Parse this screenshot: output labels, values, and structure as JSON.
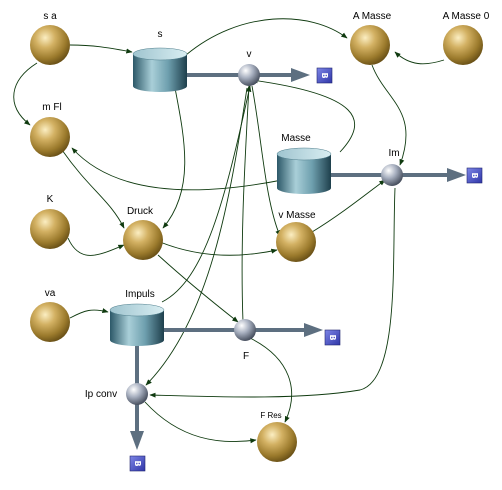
{
  "nodes": {
    "s_a": "s a",
    "s": "s",
    "v": "v",
    "a_masse": "A Masse",
    "a_masse_0": "A Masse 0",
    "m_fl": "m Fl",
    "masse": "Masse",
    "im": "Im",
    "k": "K",
    "druck": "Druck",
    "v_masse": "v Masse",
    "va": "va",
    "impuls": "Impuls",
    "f": "F",
    "ip_conv": "Ip conv",
    "f_res": "F Res"
  },
  "sink_glyph": "B"
}
